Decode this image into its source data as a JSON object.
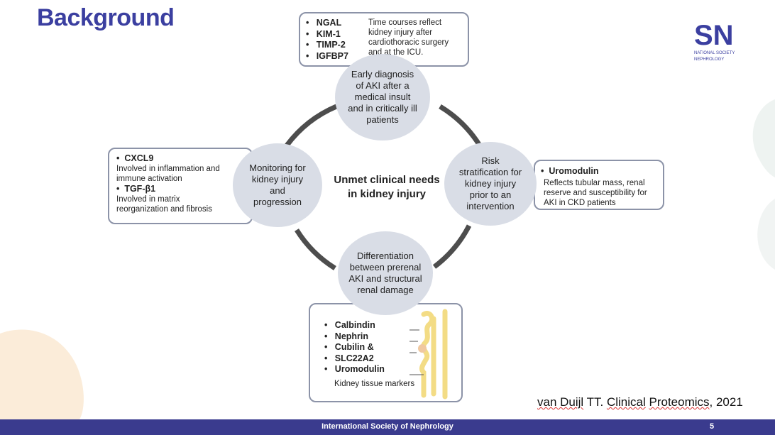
{
  "title": "Background",
  "logo": {
    "letters": "SN",
    "subtitle_line1": "NATIONAL SOCIETY",
    "subtitle_line2": "NEPHROLOGY"
  },
  "center": {
    "line1": "Unmet clinical needs",
    "line2": "in kidney injury"
  },
  "circles": {
    "top": [
      "Early diagnosis",
      "of AKI after a",
      "medical insult",
      "and in critically ill",
      "patients"
    ],
    "right": [
      "Risk",
      "stratification for",
      "kidney injury",
      "prior to an",
      "intervention"
    ],
    "bottom": [
      "Differentiation",
      "between prerenal",
      "AKI and structural",
      "renal damage"
    ],
    "left": [
      "Monitoring for",
      "kidney injury",
      "and",
      "progression"
    ]
  },
  "top_box": {
    "markers": [
      "NGAL",
      "KIM-1",
      "TIMP-2",
      "IGFBP7"
    ],
    "description": [
      "Time courses reflect",
      "kidney injury  after",
      "cardiothoracic surgery",
      "and at the ICU."
    ]
  },
  "right_box": {
    "marker": "Uromodulin",
    "description": [
      "Reflects tubular mass, renal",
      "reserve and susceptibility for",
      "AKI in CKD patients"
    ]
  },
  "left_box": {
    "marker1": "CXCL9",
    "desc1": [
      "Involved in inflammation and",
      "immune activation"
    ],
    "marker2": "TGF-β1",
    "desc2": [
      "Involved in matrix",
      "reorganization and fibrosis"
    ]
  },
  "bottom_box": {
    "markers": [
      "Calbindin",
      "Nephrin",
      "Cubilin &",
      "SLC22A2",
      "Uromodulin"
    ],
    "caption": "Kidney tissue markers"
  },
  "citation": {
    "author": "van Duijl",
    "rest1": " TT. ",
    "journal_a": "Clinical",
    "space": " ",
    "journal_b": "Proteomics",
    "rest2": ", 2021"
  },
  "footer": {
    "text": "International Society of Nephrology",
    "page": "5"
  },
  "colors": {
    "brand": "#3b3fa0",
    "footer": "#3a3b8e",
    "circle": "#d9dde6",
    "ring": "#4d4d4d",
    "box_border": "#8c93a8",
    "nephron": "#f3dc85"
  }
}
